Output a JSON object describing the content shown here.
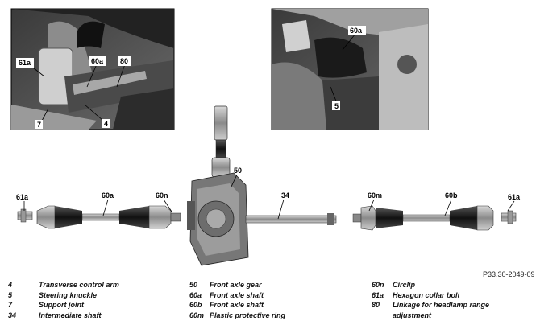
{
  "callouts": {
    "photo_left": [
      "61a",
      "60a",
      "80",
      "7",
      "4"
    ],
    "photo_right": [
      "60a",
      "5"
    ],
    "main": [
      "50",
      "34",
      "61a",
      "60a",
      "60n",
      "60m",
      "60b",
      "61a"
    ]
  },
  "reference_code": "P33.30-2049-09",
  "legend": [
    {
      "items": [
        {
          "num": "4",
          "text": "Transverse control arm"
        },
        {
          "num": "5",
          "text": "Steering knuckle"
        },
        {
          "num": "7",
          "text": "Support joint"
        },
        {
          "num": "34",
          "text": "Intermediate shaft"
        }
      ]
    },
    {
      "items": [
        {
          "num": "50",
          "text": "Front axle gear"
        },
        {
          "num": "60a",
          "text": "Front axle shaft"
        },
        {
          "num": "60b",
          "text": "Front axle shaft"
        },
        {
          "num": "60m",
          "text": "Plastic protective ring"
        }
      ]
    },
    {
      "items": [
        {
          "num": "60n",
          "text": "Circlip"
        },
        {
          "num": "61a",
          "text": "Hexagon collar bolt"
        },
        {
          "num": "80",
          "text": "Linkage for headlamp range adjustment"
        }
      ]
    }
  ]
}
